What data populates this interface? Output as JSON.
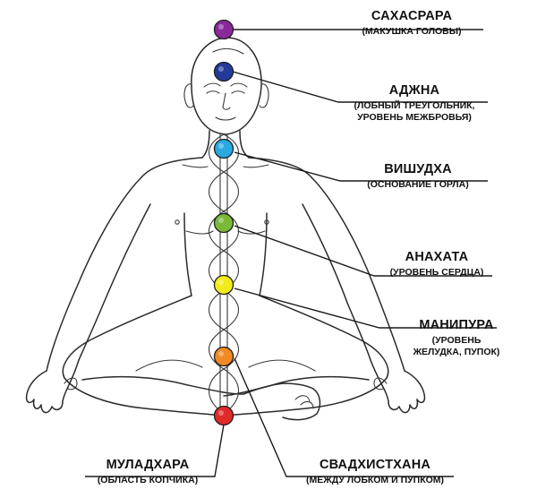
{
  "colors": {
    "crown": "#8a2a9a",
    "third_eye": "#243a9a",
    "throat": "#2aa8e0",
    "heart": "#7ab83a",
    "solar": "#f2ec1c",
    "sacral": "#f08a24",
    "root": "#e02a2a"
  },
  "chakras": [
    {
      "key": "sahasrara",
      "name": "САХАСРАРА",
      "desc": [
        "(МАКУШКА ГОЛОВЫ)"
      ],
      "color": "#8a2a9a"
    },
    {
      "key": "ajna",
      "name": "АДЖНА",
      "desc": [
        "(ЛОБНЫЙ ТРЕУГОЛЬНИК,",
        "УРОВЕНЬ МЕЖБРОВЬЯ)"
      ],
      "color": "#243a9a"
    },
    {
      "key": "vishuddha",
      "name": "ВИШУДХА",
      "desc": [
        "(ОСНОВАНИЕ ГОРЛА)"
      ],
      "color": "#2aa8e0"
    },
    {
      "key": "anahata",
      "name": "АНАХАТА",
      "desc": [
        "(УРОВЕНЬ СЕРДЦА)"
      ],
      "color": "#7ab83a"
    },
    {
      "key": "manipura",
      "name": "МАНИПУРА",
      "desc": [
        "(УРОВЕНЬ",
        "ЖЕЛУДКА, ПУПОК)"
      ],
      "color": "#f2ec1c"
    },
    {
      "key": "svadhisthana",
      "name": "СВАДХИСТХАНА",
      "desc": [
        "(МЕЖДУ ЛОБКОМ И ПУПКОМ)"
      ],
      "color": "#f08a24"
    },
    {
      "key": "muladhara",
      "name": "МУЛАДХАРА",
      "desc": [
        "(ОБЛАСТЬ КОПЧИКА)"
      ],
      "color": "#e02a2a"
    }
  ]
}
